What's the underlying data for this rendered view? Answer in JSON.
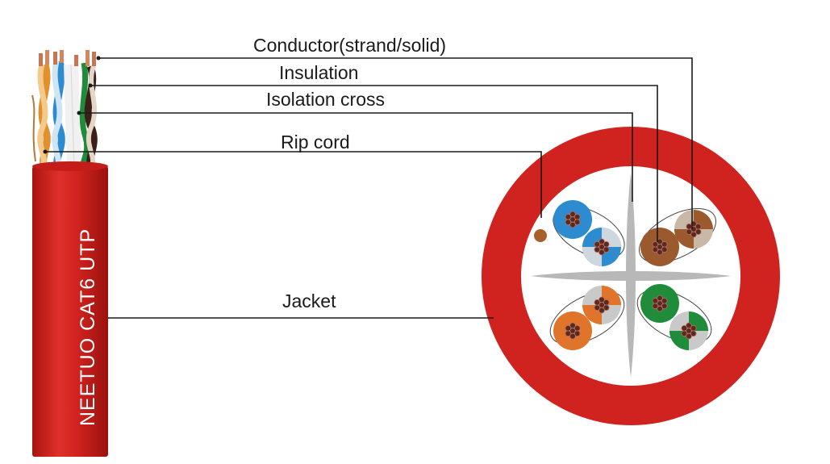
{
  "labels": {
    "conductor": "Conductor(strand/solid)",
    "insulation": "Insulation",
    "isolation_cross": "Isolation cross",
    "rip_cord": "Rip cord",
    "jacket": "Jacket"
  },
  "cable": {
    "brand_text": "NEETUO CAT6 UTP"
  },
  "colors": {
    "jacket": "#d0221e",
    "isolation_cross": "#b8b8b8",
    "pair_blue": "#2d8ccf",
    "pair_orange": "#e0742a",
    "pair_green": "#1e8c3a",
    "pair_brown": "#9b5a2e",
    "copper": "#c87553",
    "conductor_core": "#5a2a20"
  }
}
